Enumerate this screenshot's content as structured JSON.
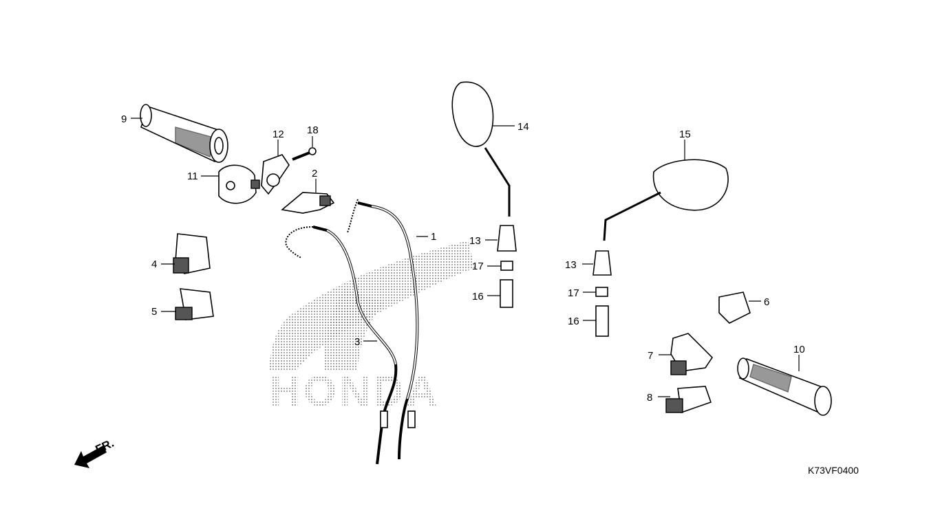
{
  "diagram_code": "K73VF0400",
  "front_indicator": "FR.",
  "watermark": "HONDA",
  "callouts": {
    "grip_left": "9",
    "screw": "18",
    "holder_upper": "12",
    "lever_bracket": "2",
    "housing_left": "11",
    "throttle_cable_a": "1",
    "mirror_left": "14",
    "mirror_right": "15",
    "boot_left": "13",
    "nut_left": "17",
    "adapter_left": "16",
    "boot_right": "13",
    "nut_right": "17",
    "adapter_right": "16",
    "switch_4": "4",
    "switch_5": "5",
    "throttle_cable_b": "3",
    "switch_6": "6",
    "switch_7": "7",
    "switch_8": "8",
    "grip_right": "10"
  }
}
